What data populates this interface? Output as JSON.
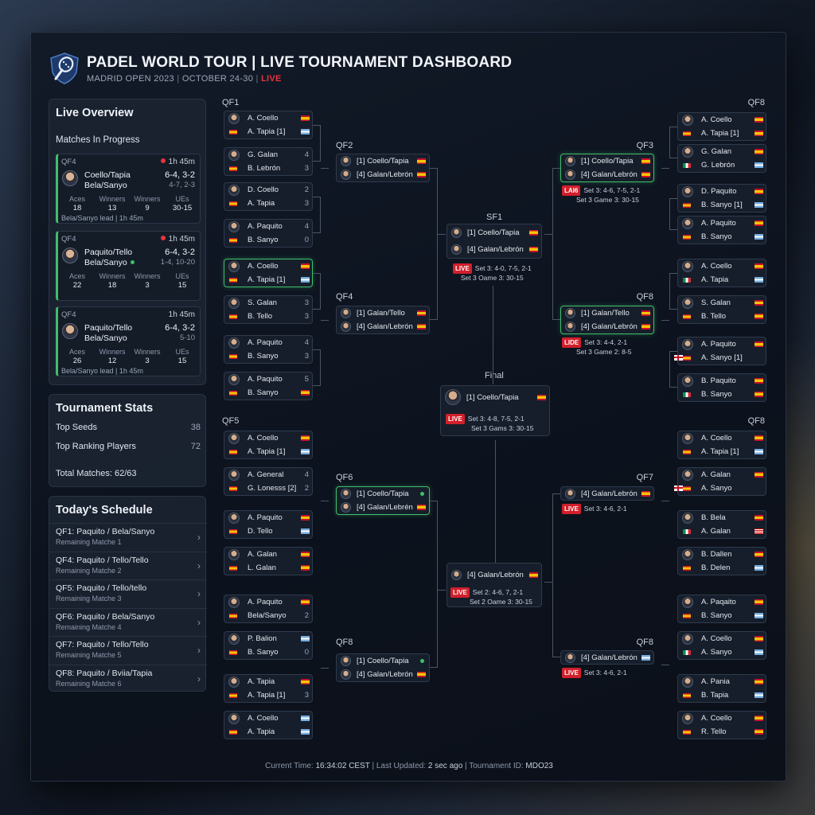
{
  "header": {
    "title": "PADEL WORLD TOUR | LIVE TOURNAMENT DASHBOARD",
    "event": "MADRID OPEN 2023",
    "dates": "OCTOBER 24-30",
    "live": "LIVE"
  },
  "overview": {
    "title": "Live Overview",
    "subtitle": "Matches In Progress",
    "matches": [
      {
        "tag": "QF4",
        "time": "1h 45m",
        "live": true,
        "team1": "Coello/Tapia",
        "team2": "Bela/Sanyo",
        "score1": "6-4, 3-2",
        "score2": "4-7, 2-3",
        "stat_labels": [
          "Aces",
          "Winners",
          "Winners",
          "UEs"
        ],
        "stat_values": [
          "18",
          "13",
          "9",
          "30-15"
        ],
        "footer": "Bela/Sanyo lead | 1h 45m"
      },
      {
        "tag": "QF4",
        "time": "1h 45m",
        "live": true,
        "team1": "Paquito/Tello",
        "team2": "Bela/Sanyo",
        "score1": "6-4, 3-2",
        "score2": "1-4, 10-20",
        "stat_labels": [
          "Aces",
          "Winners",
          "Winners",
          "UEs"
        ],
        "stat_values": [
          "22",
          "18",
          "3",
          "15"
        ],
        "footer": ""
      },
      {
        "tag": "QF4",
        "time": "1h 45m",
        "live": false,
        "team1": "Paquito/Tello",
        "team2": "Bela/Sanyo",
        "score1": "6-4, 3-2",
        "score2": "5-10",
        "stat_labels": [
          "Aces",
          "Winners",
          "Winners",
          "UEs"
        ],
        "stat_values": [
          "26",
          "12",
          "3",
          "15"
        ],
        "footer": "Bela/Sanyo lead | 1h 45m"
      }
    ]
  },
  "stats": {
    "title": "Tournament Stats",
    "rows": [
      {
        "label": "Top Seeds",
        "value": "38"
      },
      {
        "label": "Top Ranking Players",
        "value": "72"
      }
    ],
    "total": "Total Matches: 62/63"
  },
  "schedule": {
    "title": "Today's Schedule",
    "items": [
      {
        "match": "QF1: Paquito / Bela/Sanyo",
        "note": "Remaining Matche 1"
      },
      {
        "match": "QF4: Paquito / Tello/Tello",
        "note": "Remaining Matche 2"
      },
      {
        "match": "QF5: Paquito / Tello/tello",
        "note": "Remaining Matche 3"
      },
      {
        "match": "QF6: Paquito / Bela/Sanyo",
        "note": "Remaining Matche 4"
      },
      {
        "match": "QF7: Paquito / Tello/Tello",
        "note": "Remaining Matche 5"
      },
      {
        "match": "QF8: Paquito / Bviia/Tapia",
        "note": "Remaining Matche 6"
      }
    ]
  },
  "labels": {
    "lqf1": "QF1",
    "lqf5": "QF5",
    "lqf2": "QF2",
    "lqf4": "QF4",
    "lqf6": "QF6",
    "lqf8b": "QF8",
    "rqf8a": "QF8",
    "rqf3": "QF3",
    "rqf8b": "QF8",
    "rqf8c": "QF8",
    "rqf7": "QF7",
    "rqf8d": "QF8",
    "sf1": "SF1",
    "final": "Final"
  },
  "left_r1": [
    [
      {
        "n": "A. Coello",
        "f": "es"
      },
      {
        "n": "A. Tapia [1]",
        "f": "ar"
      }
    ],
    [
      {
        "n": "G. Galan",
        "s": "4"
      },
      {
        "n": "B. Lebrón",
        "s": "3"
      }
    ],
    [
      {
        "n": "D. Coello",
        "s": "2"
      },
      {
        "n": "A. Tapia",
        "s": "3"
      }
    ],
    [
      {
        "n": "A. Paquito",
        "s": "4"
      },
      {
        "n": "B. Sanyo",
        "s": "0"
      }
    ],
    [
      {
        "n": "A. Coello",
        "f": "es"
      },
      {
        "n": "A. Tapia [1]",
        "f": "ar"
      }
    ],
    [
      {
        "n": "S. Galan",
        "s": "3"
      },
      {
        "n": "B. Tello",
        "s": "3"
      }
    ],
    [
      {
        "n": "A. Paquito",
        "s": "4"
      },
      {
        "n": "B. Sanyo",
        "s": "3"
      }
    ],
    [
      {
        "n": "A. Paquito",
        "s": "5"
      },
      {
        "n": "B. Sanyo",
        "f": "es"
      }
    ],
    [
      {
        "n": "A. Coello",
        "f": "es"
      },
      {
        "n": "A. Tapia [1]",
        "f": "ar"
      }
    ],
    [
      {
        "n": "A. General",
        "s": "4"
      },
      {
        "n": "G. Lonesss [2]",
        "s": "2"
      }
    ],
    [
      {
        "n": "A. Paquito",
        "f": "es"
      },
      {
        "n": "D. Tello",
        "f": "ar"
      }
    ],
    [
      {
        "n": "A. Galan",
        "f": "es"
      },
      {
        "n": "L. Galan",
        "f": "es"
      }
    ],
    [
      {
        "n": "A. Paquito",
        "f": "es"
      },
      {
        "n": "Bela/Sanyo",
        "s": "2"
      }
    ],
    [
      {
        "n": "P. Balion",
        "f": "ar"
      },
      {
        "n": "B. Sanyo",
        "s": "0"
      }
    ],
    [
      {
        "n": "A. Tapia",
        "f": "es"
      },
      {
        "n": "A. Tapia [1]",
        "s": "3"
      }
    ],
    [
      {
        "n": "A. Coello",
        "f": "ar"
      },
      {
        "n": "A. Tapia",
        "f": "ar"
      }
    ]
  ],
  "left_r2": [
    [
      "[1] Coello/Tapia",
      "[4] Galan/Lebrón"
    ],
    [
      "[1] Galan/Tello",
      "[4] Galan/Lebrón"
    ],
    [
      "[1] Coello/Tapia",
      "[4] Galan/Lebrén"
    ],
    [
      "[1] Coello/Tapia",
      "[4] Galan/Lebrón"
    ]
  ],
  "right_r1": [
    [
      {
        "n": "A. Coello",
        "f": "es"
      },
      {
        "n": "A. Tapia [1]",
        "f": "es"
      }
    ],
    [
      {
        "n": "G. Galan",
        "f": "es"
      },
      {
        "n": "G. Lebrón",
        "f": "ar"
      }
    ],
    [
      {
        "n": "D. Paquito",
        "f": "es"
      },
      {
        "n": "B. Sanyo [1]",
        "f": "ar"
      }
    ],
    [
      {
        "n": "A. Paquito",
        "f": "es"
      },
      {
        "n": "B. Sanyo",
        "f": "ar"
      }
    ],
    [
      {
        "n": "A. Coello",
        "f": "es"
      },
      {
        "n": "A. Tapia",
        "f": "ar"
      }
    ],
    [
      {
        "n": "S. Galan",
        "f": "es"
      },
      {
        "n": "B. Tello",
        "f": "es"
      }
    ],
    [
      {
        "n": "A. Paquito",
        "f": "es"
      },
      {
        "n": "A. Sanyo [1]",
        "f": "en"
      }
    ],
    [
      {
        "n": "B. Paquito",
        "f": "es"
      },
      {
        "n": "B. Sanyo",
        "f": "es"
      }
    ],
    [
      {
        "n": "A. Coello",
        "f": "es"
      },
      {
        "n": "A. Tapia [1]",
        "f": "ar"
      }
    ],
    [
      {
        "n": "A. Galan",
        "f": "es"
      },
      {
        "n": "A. Sanyo",
        "f": "en"
      }
    ],
    [
      {
        "n": "B. Bela",
        "f": "es"
      },
      {
        "n": "A. Galan",
        "f": "my"
      }
    ],
    [
      {
        "n": "B. Dallen",
        "f": "es"
      },
      {
        "n": "B. Delen",
        "f": "ar"
      }
    ],
    [
      {
        "n": "A. Paqaito",
        "f": "es"
      },
      {
        "n": "B. Sanyo",
        "f": "ar"
      }
    ],
    [
      {
        "n": "A. Coello",
        "f": "es"
      },
      {
        "n": "A. Sanyo",
        "f": "ar"
      }
    ],
    [
      {
        "n": "A. Pania",
        "f": "es"
      },
      {
        "n": "B. Tapia",
        "f": "ar"
      }
    ],
    [
      {
        "n": "A. Coello",
        "f": "es"
      },
      {
        "n": "R. Tello",
        "f": "es"
      }
    ]
  ],
  "right_r2": [
    {
      "t1": "[1] Coello/Tapia",
      "t2": "[4] Galan/Lebrón",
      "live": "LAI6",
      "line1": "Set 3: 4-6, 7-5, 2-1",
      "line2": "Set 3 Game 3: 30-15"
    },
    {
      "t1": "[1] Galan/Tello",
      "t2": "[4] Galan/Lebrón",
      "live": "LIDE",
      "line1": "Set 3: 4-4, 2-1",
      "line2": "Set 3 Game 2: 8-5"
    },
    {
      "t1": "[4] Galan/Lebrón",
      "t2": "",
      "live": "LIVE",
      "line1": "Set 3: 4-6, 2-1",
      "line2": ""
    },
    {
      "t1": "[4] Galan/Lebrón",
      "t2": "",
      "live": "LIVE",
      "line1": "Set 3: 4-6, 2-1",
      "line2": ""
    }
  ],
  "sf1": {
    "t1": "[1] Coello/Tapia",
    "t2": "[4] Galan/Lebrón",
    "live": "LIVE",
    "line1": "Set 3: 4-0, 7-5, 2-1",
    "line2": "Set 3 Oame 3: 30-15"
  },
  "final": {
    "team": "[1] Coello/Tapia",
    "live": "LIVE",
    "line1": "Set 3: 4-8, 7-5, 2-1",
    "line2": "Set 3 Gams 3: 30-15"
  },
  "sf2": {
    "team": "[4] Galan/Lebrón",
    "live": "LIVE",
    "line1": "Set 2: 4-6, 7, 2-1",
    "line2": "Set 2 Oame 3: 30-15"
  },
  "footer": {
    "time_label": "Current Time:",
    "time": "16:34:02 CEST",
    "updated_label": "Last Updated:",
    "updated": "2 sec ago",
    "id_label": "Tournament ID:",
    "id": "MDO23"
  }
}
